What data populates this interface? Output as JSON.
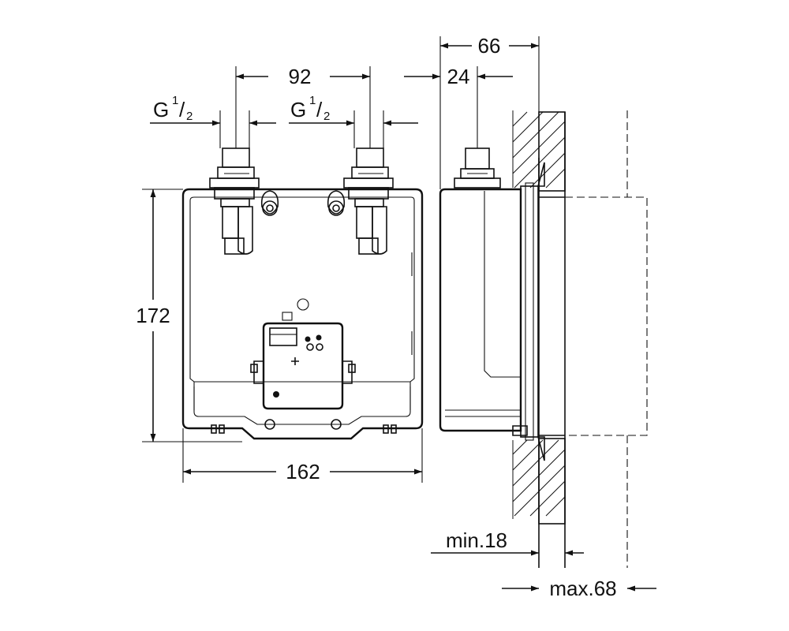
{
  "drawing": {
    "dimensions": {
      "pipe_spacing": "92",
      "thread_left": "G",
      "thread_right": "G",
      "thread_fraction_num": "1",
      "thread_fraction_den": "2",
      "height": "172",
      "width": "162",
      "depth": "66",
      "pipe_offset": "24",
      "min_wall": "min.18",
      "max_wall": "max.68"
    }
  }
}
